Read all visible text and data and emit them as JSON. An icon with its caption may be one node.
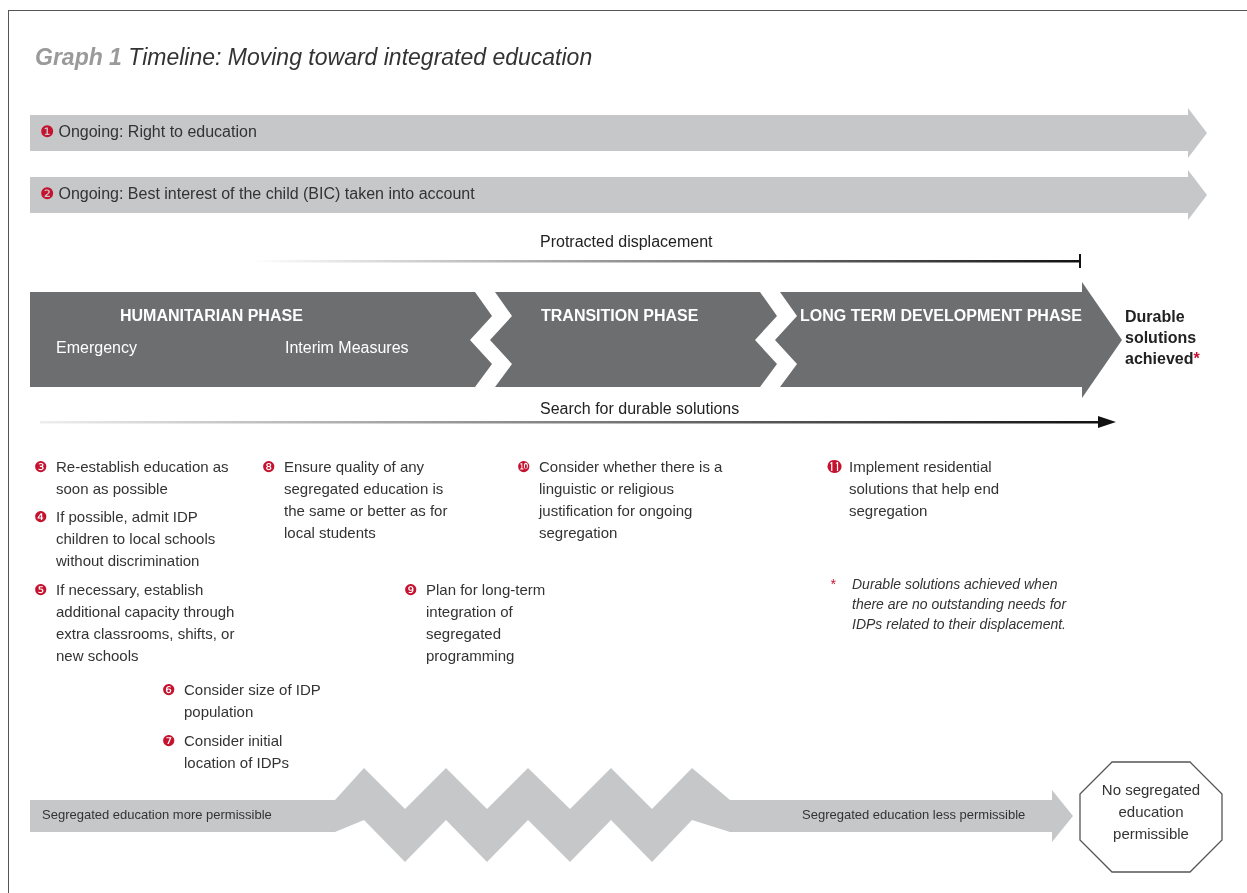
{
  "diagram": {
    "title": "**Graph 1** Timeline: Moving toward integrated education",
    "nodes": [
      {
        "text": [
          "❶ Ongoing: Right to education"
        ]
      },
      {
        "text": [
          "❷ Ongoing: Best interest of the child (BIC) taken into account"
        ]
      },
      {
        "text": [
          "HUMANITARIAN  PHASE",
          "Emergency",
          "Interim Measures"
        ]
      },
      {
        "text": [
          "TRANSITION  PHASE"
        ]
      },
      {
        "text": [
          "LONG TERM DEVELOPMENT PHASE"
        ]
      },
      {
        "text": [
          "Segregated education more permissible",
          "Segregated education less permissible"
        ]
      },
      {
        "text": [
          "No segregated education permissible"
        ]
      }
    ],
    "labels": [
      "Protracted displacement",
      "Durable solutions achieved*",
      "Search for durable solutions",
      "❸ Re-establish education as soon as possible",
      "❽ Ensure quality of any segregated education is the same or better as for local students",
      "❿ Consider whether there is a linguistic or religious justification for ongoing segregation",
      "⓫ Implement residential solutions that help end segregation",
      "❹ If possible, admit IDP children to local schools without discrimination",
      "❺ If necessary, establish additional capacity through extra classrooms, shifts, or new schools",
      "❾ Plan for long-term integration of segregated programming",
      "* Durable solutions achieved when there are no outstanding needs for IDPs related to their displacement.",
      "❻ Consider size of IDP population",
      "❼ Consider initial location of IDPs"
    ]
  }
}
